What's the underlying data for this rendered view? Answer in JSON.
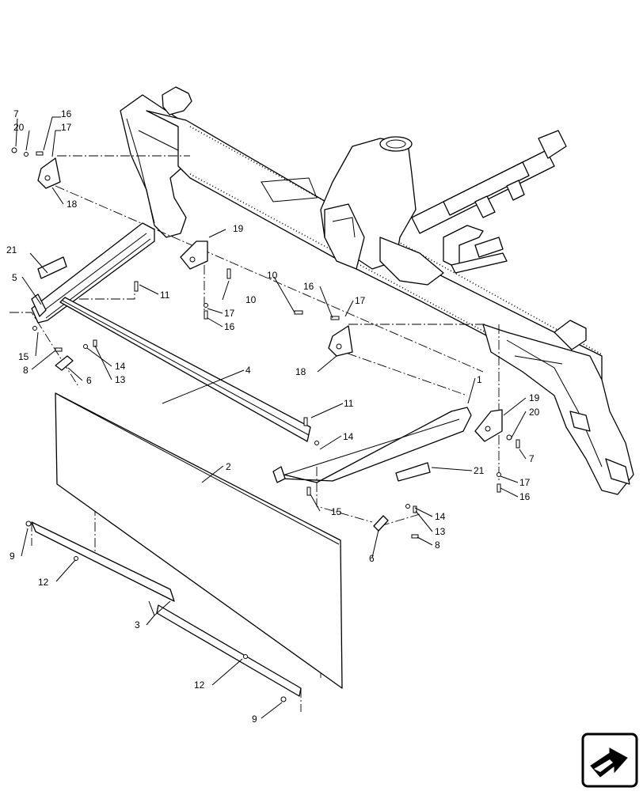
{
  "callouts": [
    {
      "id": "c-7-top",
      "text": "7"
    },
    {
      "id": "c-20-top",
      "text": "20"
    },
    {
      "id": "c-16-top",
      "text": "16"
    },
    {
      "id": "c-17-top",
      "text": "17"
    },
    {
      "id": "c-18-top",
      "text": "18"
    },
    {
      "id": "c-19-mid",
      "text": "19"
    },
    {
      "id": "c-21-left",
      "text": "21"
    },
    {
      "id": "c-5",
      "text": "5"
    },
    {
      "id": "c-11-left",
      "text": "11"
    },
    {
      "id": "c-10-left",
      "text": "10"
    },
    {
      "id": "c-17-left",
      "text": "17"
    },
    {
      "id": "c-16-left",
      "text": "16"
    },
    {
      "id": "c-15-left",
      "text": "15"
    },
    {
      "id": "c-8-left",
      "text": "8"
    },
    {
      "id": "c-14-left",
      "text": "14"
    },
    {
      "id": "c-6-left",
      "text": "6"
    },
    {
      "id": "c-13-left",
      "text": "13"
    },
    {
      "id": "c-4",
      "text": "4"
    },
    {
      "id": "c-10-mid",
      "text": "10"
    },
    {
      "id": "c-16-mid",
      "text": "16"
    },
    {
      "id": "c-17-mid",
      "text": "17"
    },
    {
      "id": "c-18-mid",
      "text": "18"
    },
    {
      "id": "c-1",
      "text": "1"
    },
    {
      "id": "c-19-right",
      "text": "19"
    },
    {
      "id": "c-20-right",
      "text": "20"
    },
    {
      "id": "c-7-right",
      "text": "7"
    },
    {
      "id": "c-11-mid",
      "text": "11"
    },
    {
      "id": "c-14-mid",
      "text": "14"
    },
    {
      "id": "c-2",
      "text": "2"
    },
    {
      "id": "c-21-right",
      "text": "21"
    },
    {
      "id": "c-17-right",
      "text": "17"
    },
    {
      "id": "c-16-right",
      "text": "16"
    },
    {
      "id": "c-15-mid",
      "text": "15"
    },
    {
      "id": "c-14-right",
      "text": "14"
    },
    {
      "id": "c-13-right",
      "text": "13"
    },
    {
      "id": "c-8-right",
      "text": "8"
    },
    {
      "id": "c-9-left",
      "text": "9"
    },
    {
      "id": "c-12-left",
      "text": "12"
    },
    {
      "id": "c-6-right",
      "text": "6"
    },
    {
      "id": "c-3",
      "text": "3"
    },
    {
      "id": "c-12-bottom",
      "text": "12"
    },
    {
      "id": "c-9-bottom",
      "text": "9"
    }
  ],
  "corner_icon": {
    "name": "next-page-arrow-icon"
  }
}
